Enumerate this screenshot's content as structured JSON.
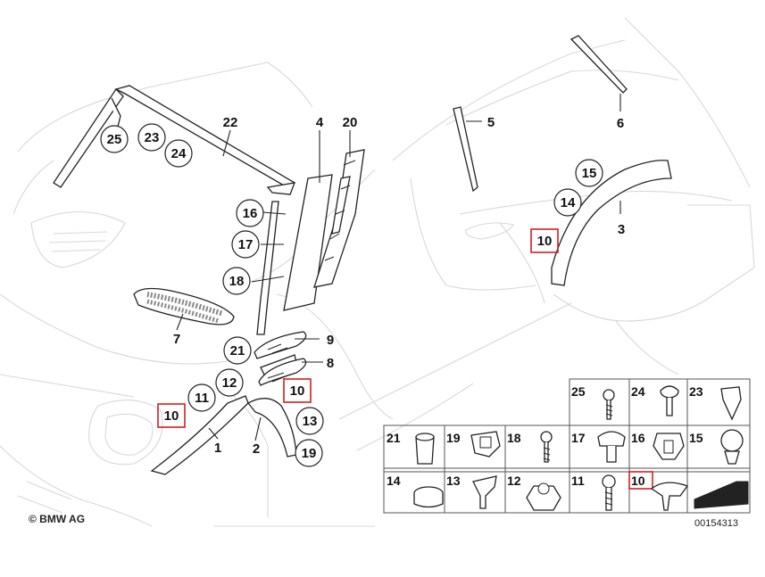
{
  "diagram": {
    "copyright": "© BMW AG",
    "drawing_number": "00154313",
    "boxed_highlight": "10",
    "callouts": [
      {
        "id": "25",
        "circled": true
      },
      {
        "id": "23",
        "circled": true
      },
      {
        "id": "24",
        "circled": true
      },
      {
        "id": "22",
        "circled": false
      },
      {
        "id": "4",
        "circled": false
      },
      {
        "id": "20",
        "circled": false
      },
      {
        "id": "16",
        "circled": true
      },
      {
        "id": "17",
        "circled": true
      },
      {
        "id": "18",
        "circled": true
      },
      {
        "id": "7",
        "circled": false
      },
      {
        "id": "21",
        "circled": true
      },
      {
        "id": "9",
        "circled": false
      },
      {
        "id": "8",
        "circled": false
      },
      {
        "id": "12",
        "circled": true
      },
      {
        "id": "11",
        "circled": true
      },
      {
        "id": "10",
        "circled": false
      },
      {
        "id": "10",
        "circled": false
      },
      {
        "id": "13",
        "circled": true
      },
      {
        "id": "19",
        "circled": true
      },
      {
        "id": "1",
        "circled": false
      },
      {
        "id": "2",
        "circled": false
      },
      {
        "id": "5",
        "circled": false
      },
      {
        "id": "6",
        "circled": false
      },
      {
        "id": "15",
        "circled": true
      },
      {
        "id": "14",
        "circled": true
      },
      {
        "id": "10",
        "circled": false
      },
      {
        "id": "3",
        "circled": false
      }
    ],
    "legend_cells": [
      "25",
      "24",
      "23",
      "21",
      "19",
      "18",
      "17",
      "16",
      "15",
      "14",
      "13",
      "12",
      "11",
      "10"
    ]
  }
}
